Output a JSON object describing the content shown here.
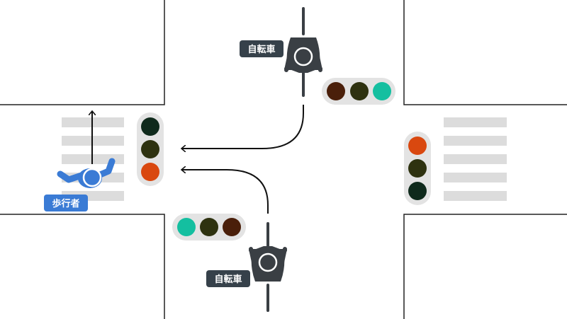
{
  "labels": {
    "bicycle_top": "自転車",
    "bicycle_bottom": "自転車",
    "pedestrian": "歩行者"
  },
  "colors": {
    "road_line": "#222222",
    "crosswalk": "#dcdcdc",
    "signal_housing": "#e3e3e3",
    "label_dark": "#36414a",
    "label_pedestrian": "#3a7bd5",
    "pedestrian": "#3a7bd5",
    "cyclist": "#3a3f44",
    "lamp_green_on": "#14bfa0",
    "lamp_green_off": "#0f2a1c",
    "lamp_yellow_off": "#2e3210",
    "lamp_red_on": "#d9480f",
    "lamp_red_off": "#4a1f0a",
    "arrow": "#111111"
  },
  "signals": {
    "top": [
      "red-off",
      "yellow-off",
      "green-on"
    ],
    "bottom": [
      "green-on",
      "yellow-off",
      "red-off"
    ],
    "left": [
      "green-off",
      "yellow-off",
      "red-on"
    ],
    "right": [
      "red-on",
      "yellow-off",
      "green-off"
    ]
  },
  "icons": [
    "bicycle-icon",
    "bicycle-icon",
    "pedestrian-icon",
    "arrow-icon"
  ]
}
